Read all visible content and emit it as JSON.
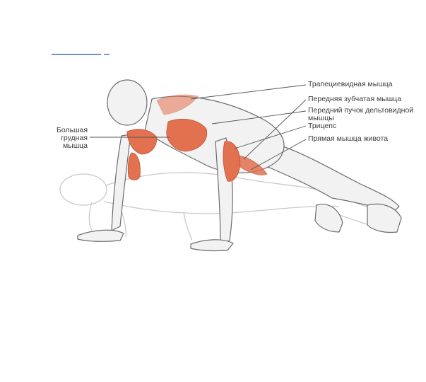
{
  "labels": {
    "trapezius": "Трапециевидная мышца",
    "serratus": "Передняя зубчатая мышца",
    "deltoid_line1": "Передний пучок дельтовидной",
    "deltoid_line2": "мышцы",
    "triceps": "Трицепс",
    "rectus": "Прямая мышца живота",
    "pectoral_line1": "Большая",
    "pectoral_line2": "грудная",
    "pectoral_line3": "мышца"
  },
  "colors": {
    "muscle": "#e2714f",
    "muscle_dark": "#c2543a",
    "outline": "#6b6b6b",
    "ghost": "#c9c9c9",
    "leader": "#555555",
    "accent_bar": "#3d6fb6"
  },
  "icons": {
    "top_bar": "decorative-blue-bar"
  }
}
